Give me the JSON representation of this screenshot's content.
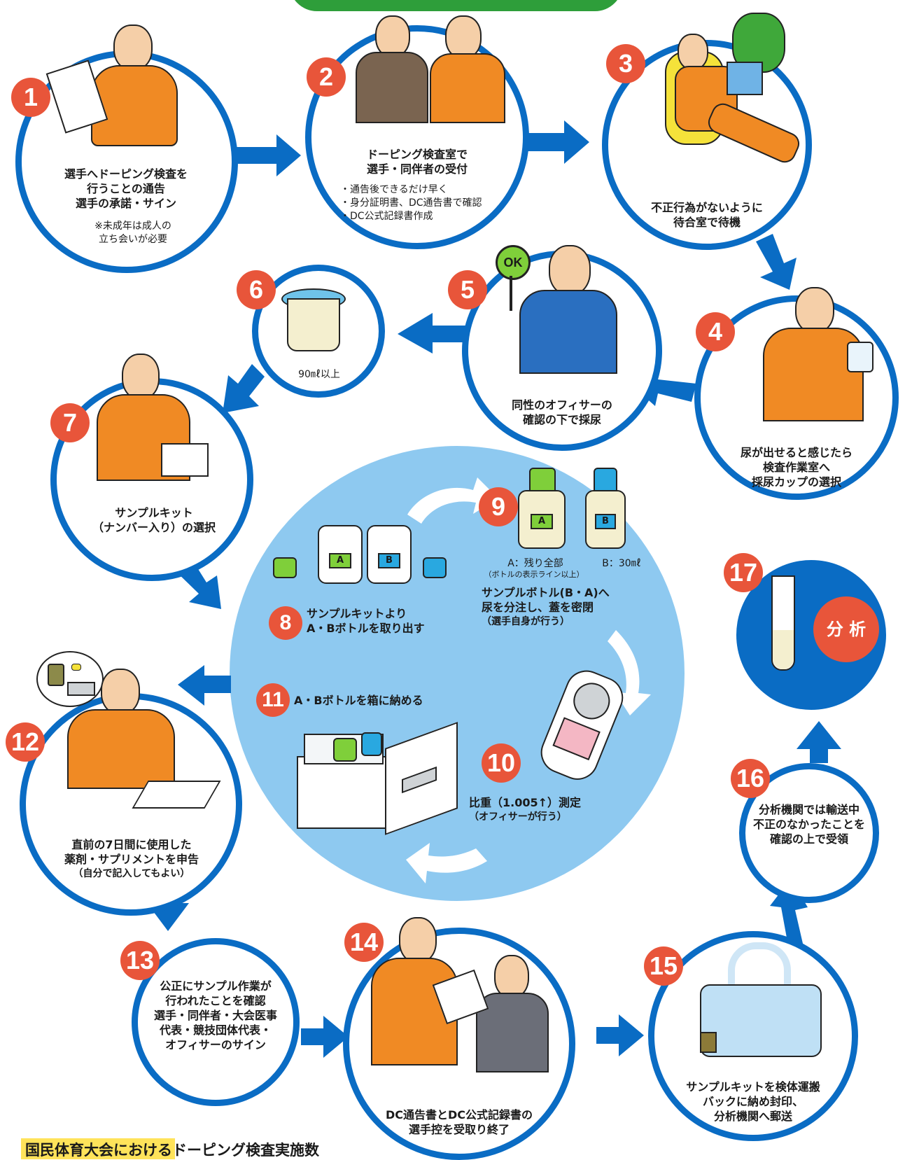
{
  "steps": [
    {
      "num": "1",
      "lines": [
        "選手へドーピング検査を",
        "行うことの通告",
        "選手の承諾・サイン"
      ],
      "notes": [
        "※未成年は成人の",
        "立ち会いが必要"
      ]
    },
    {
      "num": "2",
      "lines": [
        "ドーピング検査室で",
        "選手・同伴者の受付"
      ],
      "notes": [
        "・通告後できるだけ早く",
        "・身分証明書、DC通告書で確認",
        "・DC公式記録書作成"
      ]
    },
    {
      "num": "3",
      "lines": [
        "不正行為がないように",
        "待合室で待機"
      ]
    },
    {
      "num": "4",
      "lines": [
        "尿が出せると感じたら",
        "検査作業室へ",
        "採尿カップの選択"
      ]
    },
    {
      "num": "5",
      "lines": [
        "同性のオフィサーの",
        "確認の下で採尿"
      ],
      "sign": "OK"
    },
    {
      "num": "6",
      "lines": [
        "90㎖以上"
      ]
    },
    {
      "num": "7",
      "lines": [
        "サンプルキット",
        "（ナンバー入り）の選択"
      ]
    },
    {
      "num": "8",
      "lines": [
        "サンプルキットより",
        "A・Bボトルを取り出す"
      ],
      "labels": [
        "A",
        "B"
      ]
    },
    {
      "num": "9",
      "lines": [
        "サンプルボトル(B・A)へ",
        "尿を分注し、蓋を密閉",
        "（選手自身が行う）"
      ],
      "label_a": "A：残り全部",
      "label_a_note": "（ボトルの表示ライン以上）",
      "label_b": "B：30㎖",
      "labels": [
        "A",
        "B"
      ]
    },
    {
      "num": "10",
      "lines": [
        "比重（1.005↑）測定",
        "（オフィサーが行う）"
      ]
    },
    {
      "num": "11",
      "lines": [
        "A・Bボトルを箱に納める"
      ]
    },
    {
      "num": "12",
      "lines": [
        "直前の7日間に使用した",
        "薬剤・サプリメントを申告",
        "（自分で記入してもよい）"
      ]
    },
    {
      "num": "13",
      "lines": [
        "公正にサンプル作業が",
        "行われたことを確認",
        "選手・同伴者・大会医事",
        "代表・競技団体代表・",
        "オフィサーのサイン"
      ]
    },
    {
      "num": "14",
      "lines": [
        "DC通告書とDC公式記録書の",
        "選手控を受取り終了"
      ]
    },
    {
      "num": "15",
      "lines": [
        "サンプルキットを検体運搬",
        "バックに納め封印、",
        "分析機関へ郵送"
      ]
    },
    {
      "num": "16",
      "lines": [
        "分析機関では輸送中",
        "不正のなかったことを",
        "確認の上で受領"
      ]
    },
    {
      "num": "17",
      "badge": "分 析"
    }
  ],
  "footer_heading": "国民体育大会におけるドーピング検査実施数",
  "colors": {
    "ring": "#0a6cc4",
    "arrow": "#0a6cc4",
    "badge": "#e8553a",
    "center": "#8ec9f0",
    "white_arrow": "#ffffff",
    "orange": "#f08a24",
    "green_bar": "#2e9e3a",
    "yellow_tab": "#ffe35a"
  }
}
